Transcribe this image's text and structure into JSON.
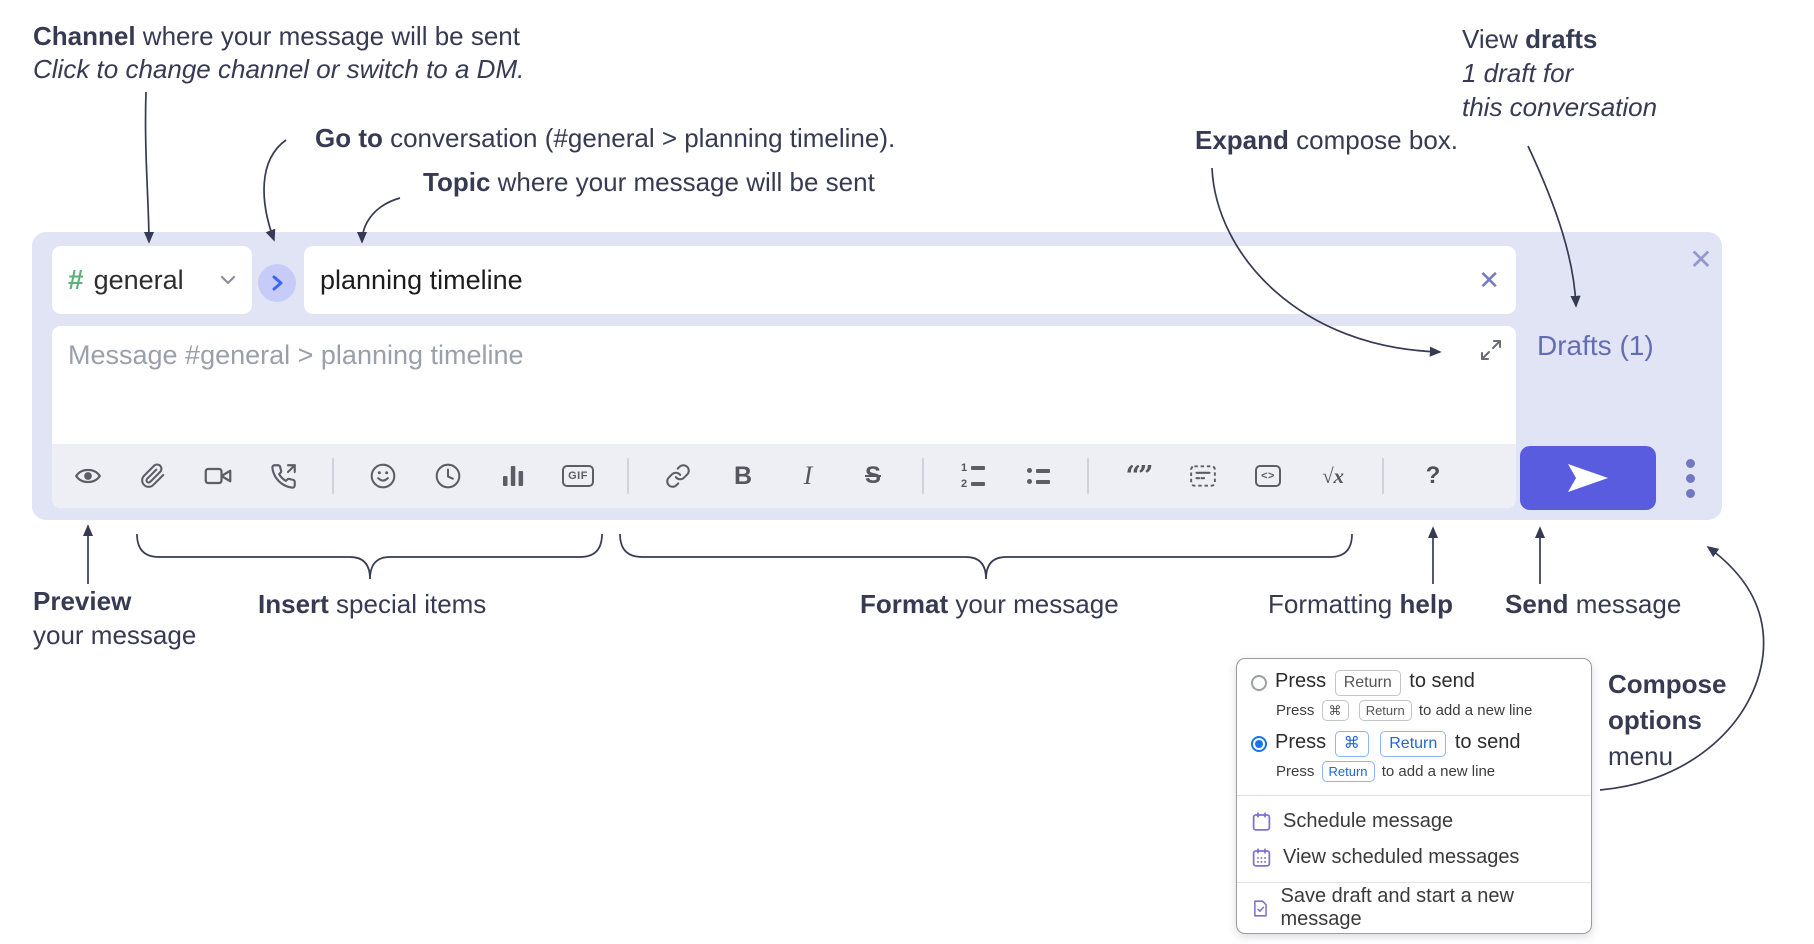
{
  "colors": {
    "compose_bg": "#e1e4f4",
    "send_button": "#5a5ce0",
    "hash_green": "#5cb176",
    "goto_circle_bg": "#c6ccf7",
    "goto_chevron": "#3f66f3",
    "drafts_link": "#666cb3",
    "toolbar_icon": "#5c5e66",
    "annotation_text": "#363a52",
    "radio_selected": "#1a73e8",
    "kbd_blue": "#2563d9",
    "menu_icon": "#7d71d1"
  },
  "annotations": {
    "channel": {
      "bold": "Channel",
      "rest": " where your message will be sent",
      "line2": "Click to change channel or switch to a DM."
    },
    "goto": {
      "bold": "Go to",
      "rest": " conversation (#general > planning timeline)."
    },
    "topic": {
      "bold": "Topic",
      "rest": " where your message will be sent"
    },
    "expand": {
      "bold": "Expand",
      "rest": " compose box."
    },
    "view_drafts": {
      "pre": "View ",
      "bold": "drafts",
      "line2": "1 draft for",
      "line3": "this conversation"
    },
    "preview": {
      "bold": "Preview",
      "line2": "your message"
    },
    "insert": {
      "bold": "Insert",
      "rest": " special items"
    },
    "format": {
      "bold": "Format",
      "rest": " your message"
    },
    "formatting_help": {
      "pre": "Formatting ",
      "bold": "help"
    },
    "send": {
      "bold": "Send",
      "rest": " message"
    },
    "compose_options": {
      "bold1": "Compose",
      "bold2": "options",
      "line3": "menu"
    }
  },
  "compose": {
    "channel_hash": "#",
    "channel_name": "general",
    "topic_value": "planning timeline",
    "message_placeholder": "Message #general > planning timeline",
    "drafts_link": "Drafts (1)"
  },
  "toolbar": {
    "icons": [
      "preview-eye",
      "attach-file",
      "video-call",
      "voice-call",
      "emoji",
      "add-time",
      "poll",
      "gif",
      "link",
      "bold",
      "italic",
      "strikethrough",
      "numbered-list",
      "bulleted-list",
      "quote",
      "spoiler",
      "code",
      "math",
      "help"
    ]
  },
  "glyphs": {
    "gif": "GIF",
    "bold": "B",
    "italic": "I",
    "strike": "S",
    "quote": "“”",
    "code": "<>",
    "math": "√x",
    "help": "?",
    "ol1": "1",
    "ol2": "2",
    "clear_x": "✕",
    "close_x": "✕"
  },
  "popup": {
    "option_return": {
      "pre": "Press",
      "key": "Return",
      "post": "to send",
      "sub_pre": "Press",
      "sub_key1": "⌘",
      "sub_key2": "Return",
      "sub_post": "to add a new line"
    },
    "option_cmd_return": {
      "pre": "Press",
      "key1": "⌘",
      "key2": "Return",
      "post": "to send",
      "sub_pre": "Press",
      "sub_key": "Return",
      "sub_post": "to add a new line"
    },
    "items": [
      "Schedule message",
      "View scheduled messages",
      "Save draft and start a new message"
    ]
  }
}
